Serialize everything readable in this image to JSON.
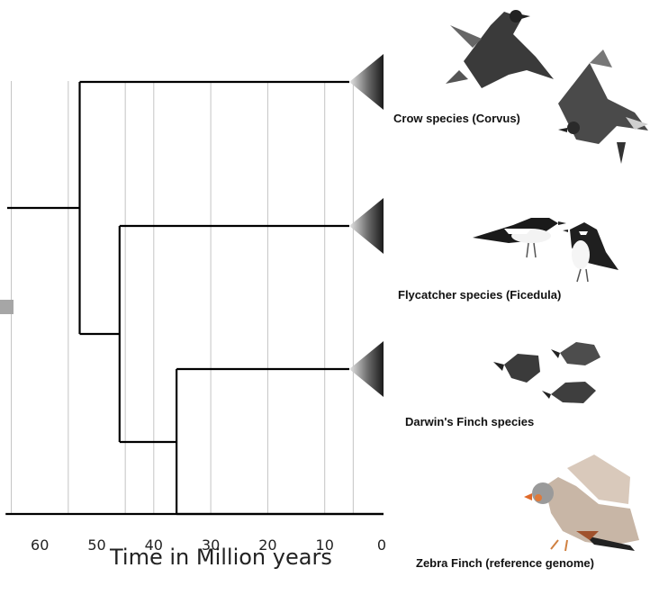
{
  "chart_data": {
    "type": "tree",
    "xlabel": "Time in Million years",
    "x_ticks": [
      60,
      50,
      40,
      30,
      20,
      10,
      0
    ],
    "xlim": [
      66,
      0
    ],
    "gridlines": [
      65,
      55,
      45,
      40,
      30,
      20,
      10,
      5
    ],
    "root_age": 66,
    "nodes": [
      {
        "id": "root",
        "age": 53,
        "children": [
          "crow",
          "n2"
        ]
      },
      {
        "id": "n2",
        "age": 46,
        "children": [
          "flycatcher",
          "n3"
        ]
      },
      {
        "id": "n3",
        "age": 36,
        "children": [
          "darwin",
          "zebra"
        ]
      }
    ],
    "taxa": [
      {
        "id": "crow",
        "label": "Crow species (Corvus)",
        "collapsed": true,
        "illustration": "crow-birds"
      },
      {
        "id": "flycatcher",
        "label": "Flycatcher species (Ficedula)",
        "collapsed": true,
        "illustration": "flycatcher-birds"
      },
      {
        "id": "darwin",
        "label": "Darwin's Finch species",
        "collapsed": true,
        "illustration": "finch-heads"
      },
      {
        "id": "zebra",
        "label": "Zebra Finch (reference genome)",
        "collapsed": false,
        "illustration": "zebra-finch"
      }
    ]
  }
}
